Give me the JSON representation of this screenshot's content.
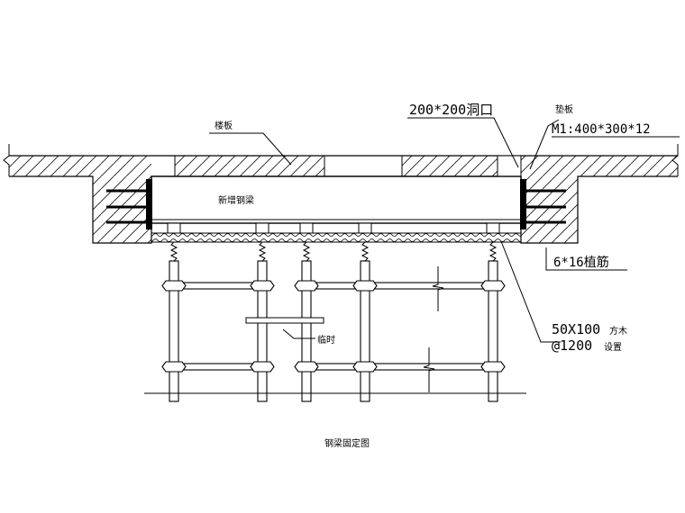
{
  "labels": {
    "floor_slab": "楼板",
    "opening_size": "200*200洞口",
    "steel_plate": "垫板",
    "plate_spec": "M1:400*300*12",
    "new_steel_beam": "新增钢梁",
    "anchor_bars": "6*16植筋",
    "timber_spec": "50X100",
    "timber_word": "方木",
    "timber_spacing": "@1200",
    "timber_spacing_word": "设置",
    "temporary": "临时",
    "caption": "钢梁固定图"
  }
}
